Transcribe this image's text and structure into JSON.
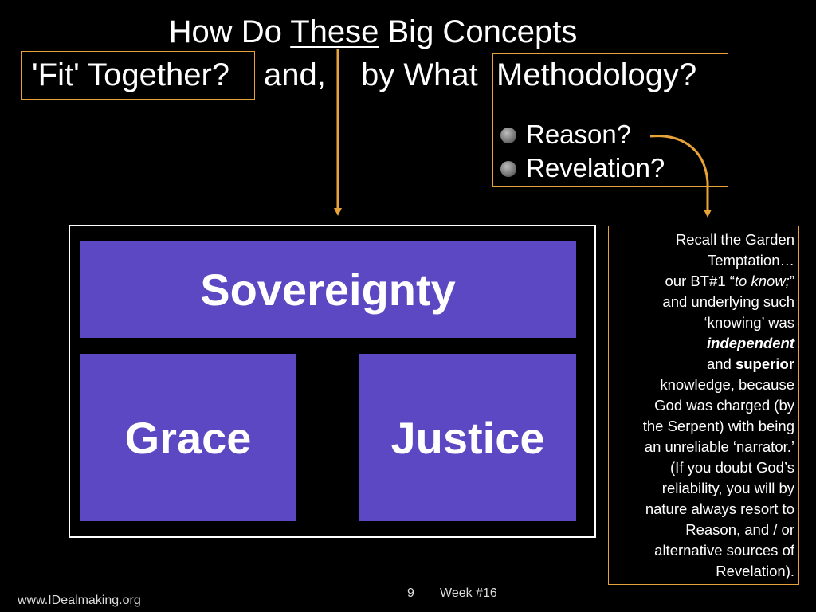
{
  "title": {
    "line1_pre": "How Do ",
    "line1_underlined": "These",
    "line1_post": " Big Concepts",
    "line2_a": "'Fit' Together?",
    "line2_b": "and,",
    "line2_c": "by What",
    "line2_d": "Methodology?"
  },
  "methodology_options": [
    "Reason?",
    "Revelation?"
  ],
  "blocks": {
    "top": "Sovereignty",
    "left": "Grace",
    "right": "Justice"
  },
  "note": {
    "l1": "Recall the Garden",
    "l2": "Temptation…",
    "l3_pre": "our BT#1 “",
    "l3_italic": "to know;",
    "l3_post": "”",
    "l4": "and underlying such",
    "l5": "‘knowing’ was",
    "l6_bold_italic": "independent",
    "l7_pre": "and ",
    "l7_bold": "superior",
    "l8": "knowledge, because",
    "l9": "God was charged (by",
    "l10": "the Serpent) with being",
    "l11": "an unreliable ‘narrator.’",
    "l12": "(If you doubt God’s",
    "l13": "reliability, you will by",
    "l14": "nature always resort to",
    "l15": "Reason, and / or",
    "l16": "alternative sources of",
    "l17": "Revelation)."
  },
  "footer": {
    "website": "www.IDealmaking.org",
    "page_number": "9",
    "week": "Week #16"
  },
  "colors": {
    "background": "#000000",
    "accent_orange": "#e8a23a",
    "block_purple": "#5b48c2",
    "text": "#ffffff"
  }
}
